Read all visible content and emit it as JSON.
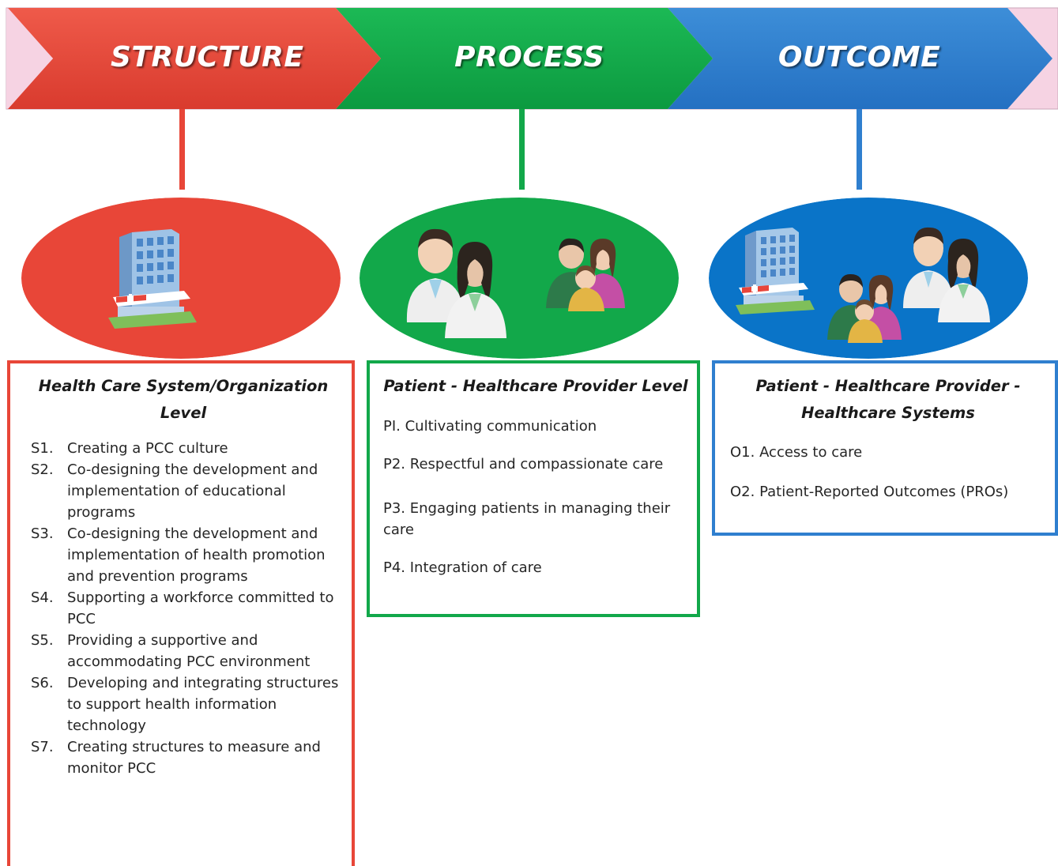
{
  "banner": {
    "stages": [
      {
        "label": "STRUCTURE",
        "color": "#e84638"
      },
      {
        "label": "PROCESS",
        "color": "#12a84a"
      },
      {
        "label": "OUTCOME",
        "color": "#2f7fcf"
      }
    ],
    "background_color": "#f6d3e3"
  },
  "ellipses": [
    {
      "icon": "hospital-icon",
      "color": "#e84638"
    },
    {
      "icons": [
        "doctors-icon",
        "family-icon"
      ],
      "color": "#12a84a"
    },
    {
      "icons": [
        "hospital-icon",
        "family-icon",
        "doctors-icon"
      ],
      "color": "#0a74c8"
    }
  ],
  "structure_box": {
    "title": "Health Care System/Organization Level",
    "border_color": "#e84638",
    "items": [
      {
        "code": "S1.",
        "text": "Creating a PCC culture"
      },
      {
        "code": "S2.",
        "text": "Co-designing the development and implementation of educational programs"
      },
      {
        "code": "S3.",
        "text": "Co-designing the development and implementation of health promotion and prevention programs"
      },
      {
        "code": "S4.",
        "text": "Supporting a workforce committed to PCC"
      },
      {
        "code": "S5.",
        "text": "Providing a supportive and accommodating PCC environment"
      },
      {
        "code": "S6.",
        "text": "Developing and integrating structures to support health information technology"
      },
      {
        "code": "S7.",
        "text": "Creating structures to measure and monitor PCC"
      }
    ]
  },
  "process_box": {
    "title": "Patient - Healthcare Provider Level",
    "border_color": "#12a84a",
    "items": [
      "PI. Cultivating communication",
      "P2. Respectful and compassionate care",
      "P3. Engaging patients in managing their care",
      "P4. Integration of care"
    ]
  },
  "outcome_box": {
    "title_line1": "Patient - Healthcare Provider -",
    "title_line2": "Healthcare Systems",
    "border_color": "#2f7fcf",
    "items": [
      "O1. Access to care",
      "O2. Patient-Reported Outcomes (PROs)"
    ]
  }
}
